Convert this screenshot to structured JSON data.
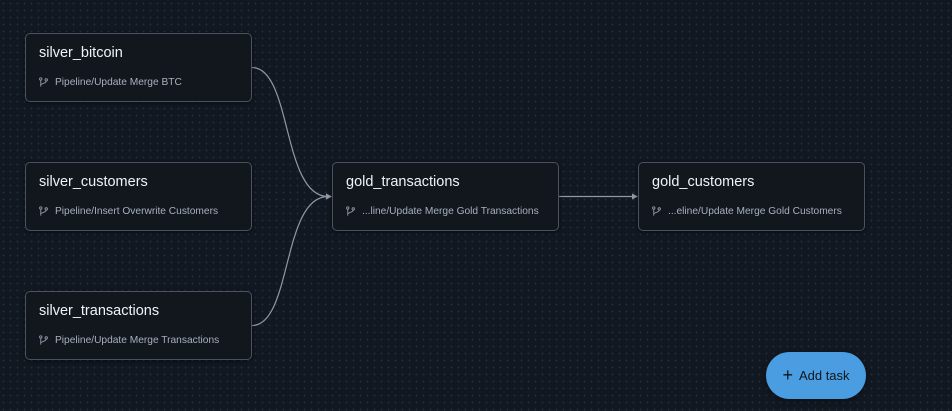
{
  "nodes": [
    {
      "id": "silver_bitcoin",
      "title": "silver_bitcoin",
      "subtitle": "Pipeline/Update Merge BTC"
    },
    {
      "id": "silver_customers",
      "title": "silver_customers",
      "subtitle": "Pipeline/Insert Overwrite Customers"
    },
    {
      "id": "silver_transactions",
      "title": "silver_transactions",
      "subtitle": "Pipeline/Update Merge Transactions"
    },
    {
      "id": "gold_transactions",
      "title": "gold_transactions",
      "subtitle": "...line/Update Merge Gold Transactions"
    },
    {
      "id": "gold_customers",
      "title": "gold_customers",
      "subtitle": "...eline/Update Merge Gold Customers"
    }
  ],
  "edges": [
    {
      "from": "silver_bitcoin",
      "to": "gold_transactions"
    },
    {
      "from": "silver_transactions",
      "to": "gold_transactions"
    },
    {
      "from": "gold_transactions",
      "to": "gold_customers"
    }
  ],
  "add_task": {
    "label": "Add task",
    "icon": "plus-icon"
  },
  "colors": {
    "background": "#121821",
    "node_border": "#4a5260",
    "edge": "#8f99a6",
    "accent": "#4a9de0"
  }
}
